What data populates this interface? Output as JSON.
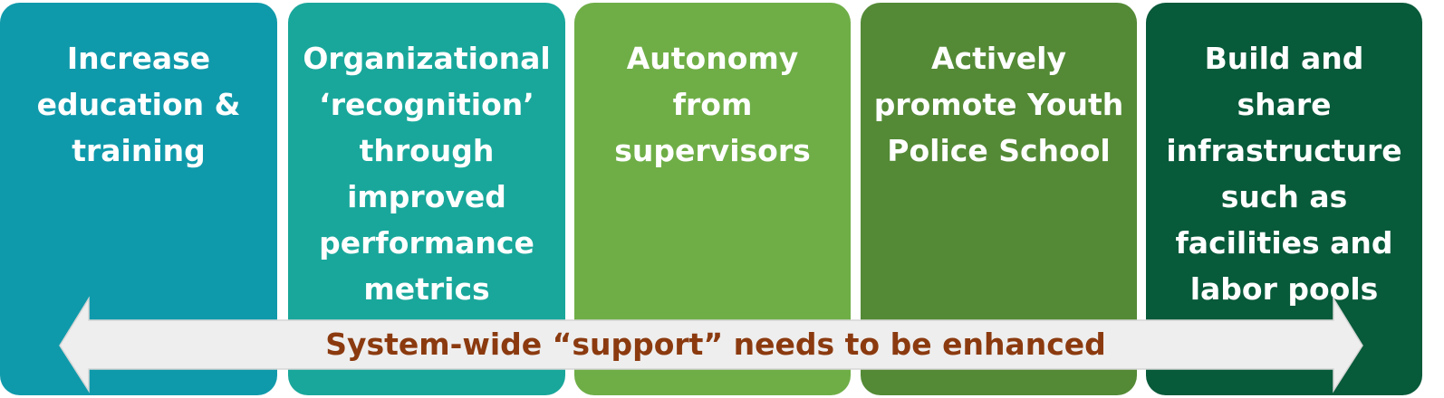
{
  "colors": {
    "card_1": "#0f9aab",
    "card_2": "#19a79b",
    "card_3": "#6fae47",
    "card_4": "#548a36",
    "card_5": "#075a3a",
    "arrow_fill": "#eeeeee",
    "arrow_text": "#8b3a0f",
    "card_text": "#ffffff"
  },
  "cards": [
    {
      "text": "Increase\neducation &\ntraining"
    },
    {
      "text": "Organizational\n‘recognition’\nthrough\nimproved\nperformance\nmetrics"
    },
    {
      "text": "Autonomy\nfrom\nsupervisors"
    },
    {
      "text": "Actively\npromote Youth\nPolice School"
    },
    {
      "text": "Build and\nshare\ninfrastructure\nsuch as\nfacilities and\nlabor pools"
    }
  ],
  "arrow": {
    "label": "System-wide “support” needs to be enhanced",
    "direction": "double-headed horizontal"
  }
}
